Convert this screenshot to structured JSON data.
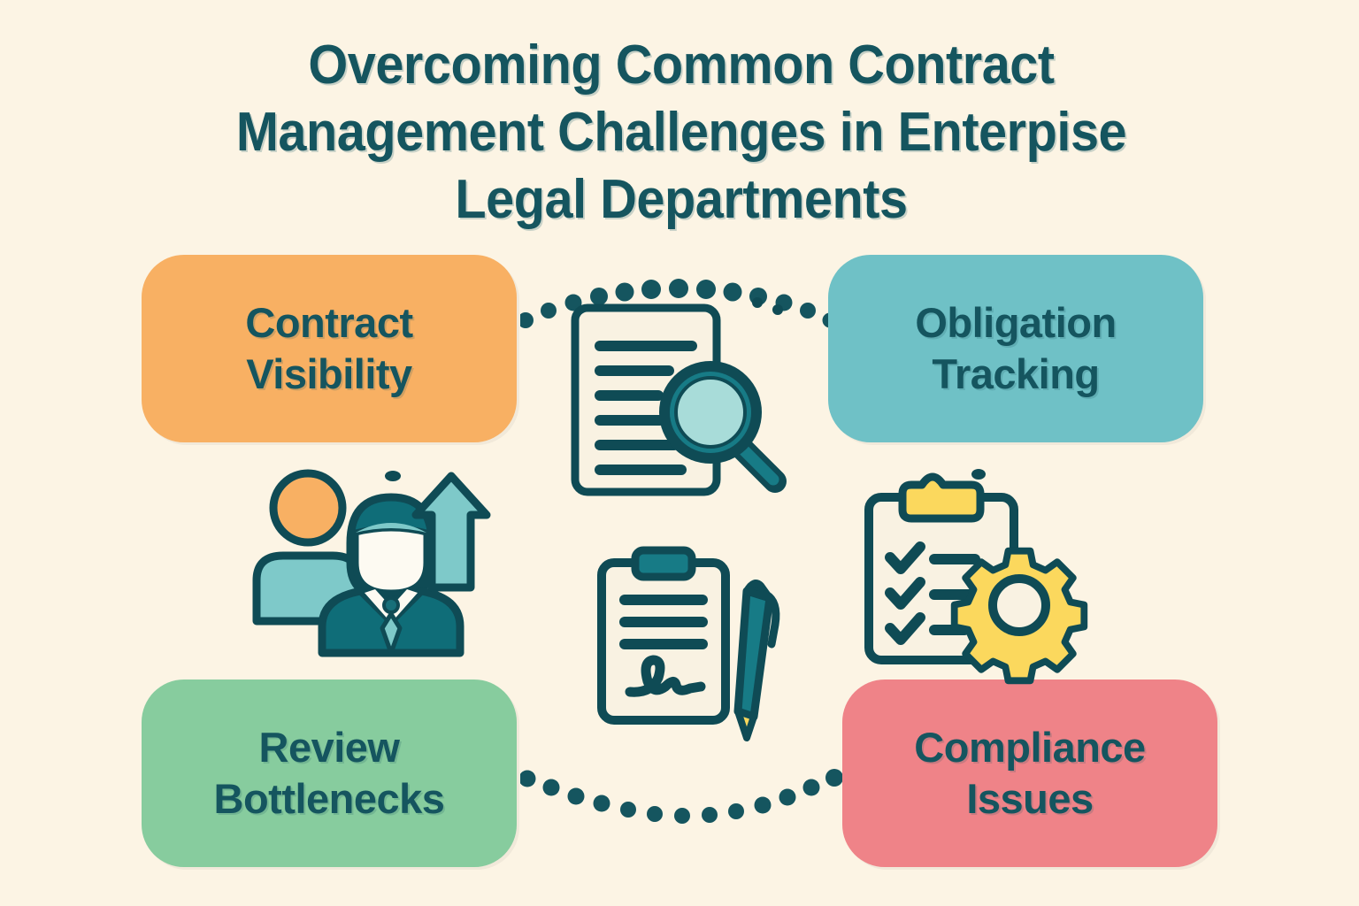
{
  "theme": {
    "background": "#fcf4e4",
    "ink": "#15555f",
    "ink_dark": "#0f4b55",
    "accent_orange": "#f8b063",
    "accent_teal": "#6fc1c6",
    "accent_green": "#87cc9e",
    "accent_red": "#ef8388",
    "accent_yellow": "#fbd85d",
    "lens_fill": "#a8dcd9",
    "paper": "#f9f2e2"
  },
  "header": {
    "title": "Overcoming Common Contract Management Challenges in Enterpise Legal Departments",
    "title_lines": [
      "Overcoming Common Contract",
      "Management Challenges in Enterpise",
      "Legal Departments"
    ]
  },
  "cards": [
    {
      "id": "contract-visibility",
      "lines": [
        "Contract",
        "Visibility"
      ],
      "label": "Contract Visibility",
      "color": "#f8b063",
      "position": "top-left"
    },
    {
      "id": "obligation-tracking",
      "lines": [
        "Obligation",
        "Tracking"
      ],
      "label": "Obligation Tracking",
      "color": "#6fc1c6",
      "position": "top-right"
    },
    {
      "id": "review-bottlenecks",
      "lines": [
        "Review",
        "Bottlenecks"
      ],
      "label": "Review Bottlenecks",
      "color": "#87cc9e",
      "position": "bottom-left"
    },
    {
      "id": "compliance-issues",
      "lines": [
        "Compliance",
        "Issues"
      ],
      "label": "Compliance Issues",
      "color": "#ef8388",
      "position": "bottom-right"
    }
  ],
  "icons": [
    {
      "id": "document-search",
      "name": "document-magnifier-icon",
      "position": "center-top"
    },
    {
      "id": "team-growth",
      "name": "team-growth-arrow-icon",
      "position": "center-left"
    },
    {
      "id": "signed-clipboard",
      "name": "clipboard-pen-icon",
      "position": "center-bottom"
    },
    {
      "id": "checklist-gear",
      "name": "checklist-gear-icon",
      "position": "center-right"
    }
  ],
  "connectors": [
    {
      "id": "arc-top",
      "name": "dotted-arc-top",
      "dot_count": 15,
      "curve": "convex-up"
    },
    {
      "id": "arc-bottom",
      "name": "dotted-arc-bottom",
      "dot_count": 15,
      "curve": "concave-up"
    }
  ]
}
